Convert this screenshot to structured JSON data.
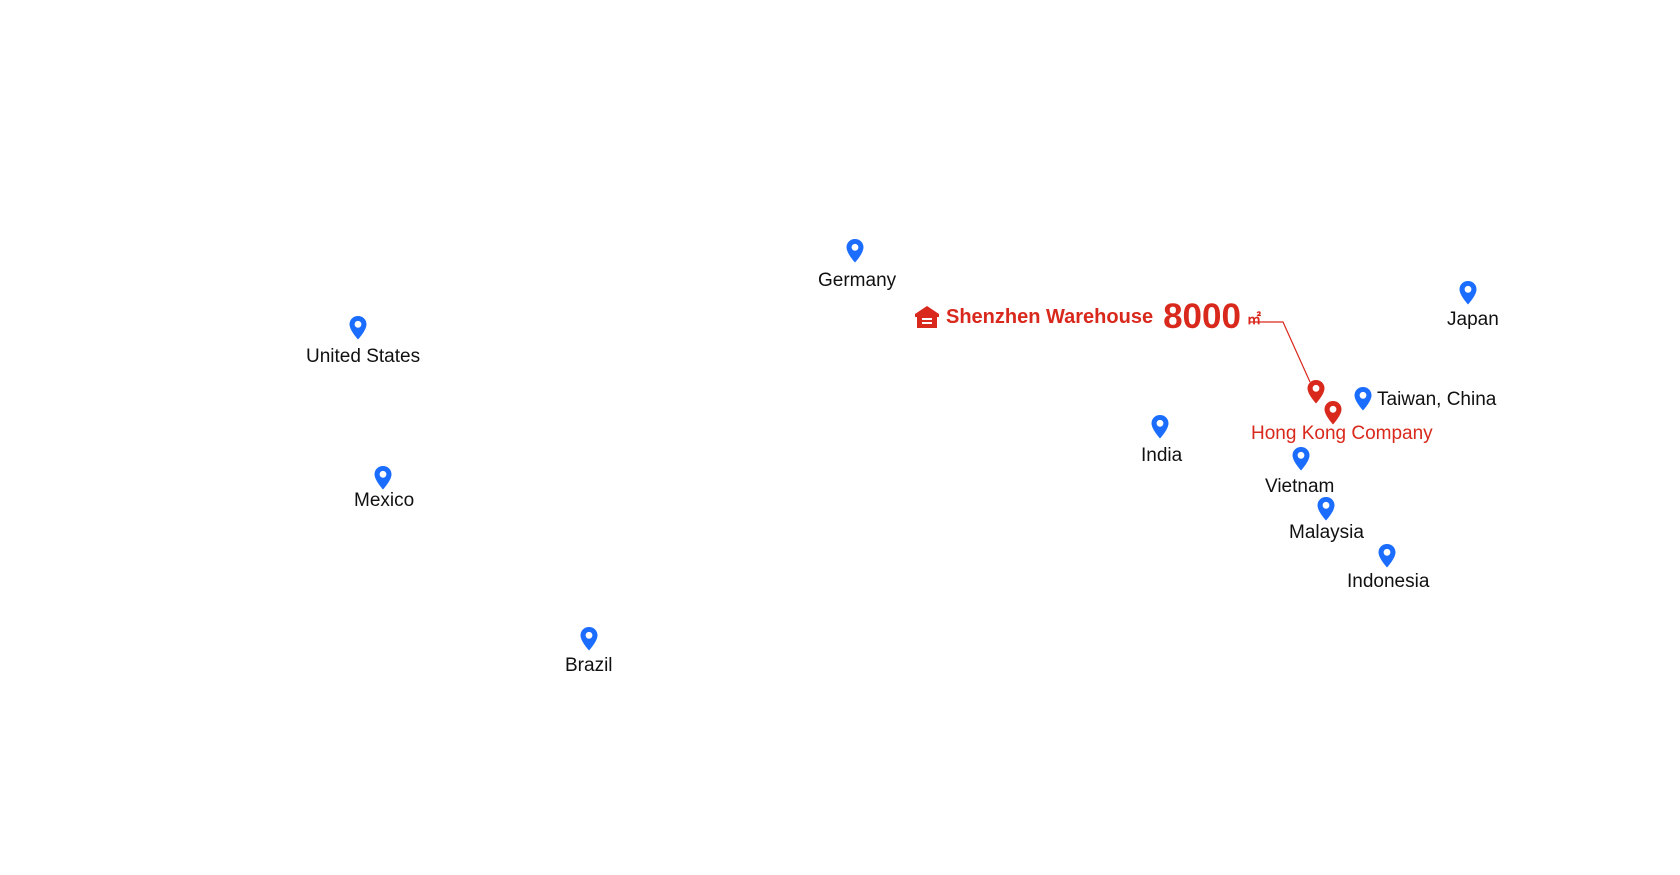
{
  "colors": {
    "pin_blue": "#1a6dff",
    "pin_red": "#d9281c",
    "label_black": "#111111",
    "label_red": "#d9281c"
  },
  "headquarters": {
    "icon": "warehouse-icon",
    "name": "Shenzhen Warehouse",
    "area": "8000",
    "unit": "㎡",
    "company_label": "Hong Kong Company"
  },
  "locations": [
    {
      "id": "united-states",
      "name": "United States"
    },
    {
      "id": "mexico",
      "name": "Mexico"
    },
    {
      "id": "brazil",
      "name": "Brazil"
    },
    {
      "id": "germany",
      "name": "Germany"
    },
    {
      "id": "india",
      "name": "India"
    },
    {
      "id": "japan",
      "name": "Japan"
    },
    {
      "id": "taiwan",
      "name": "Taiwan, China"
    },
    {
      "id": "vietnam",
      "name": "Vietnam"
    },
    {
      "id": "malaysia",
      "name": "Malaysia"
    },
    {
      "id": "indonesia",
      "name": "Indonesia"
    }
  ]
}
